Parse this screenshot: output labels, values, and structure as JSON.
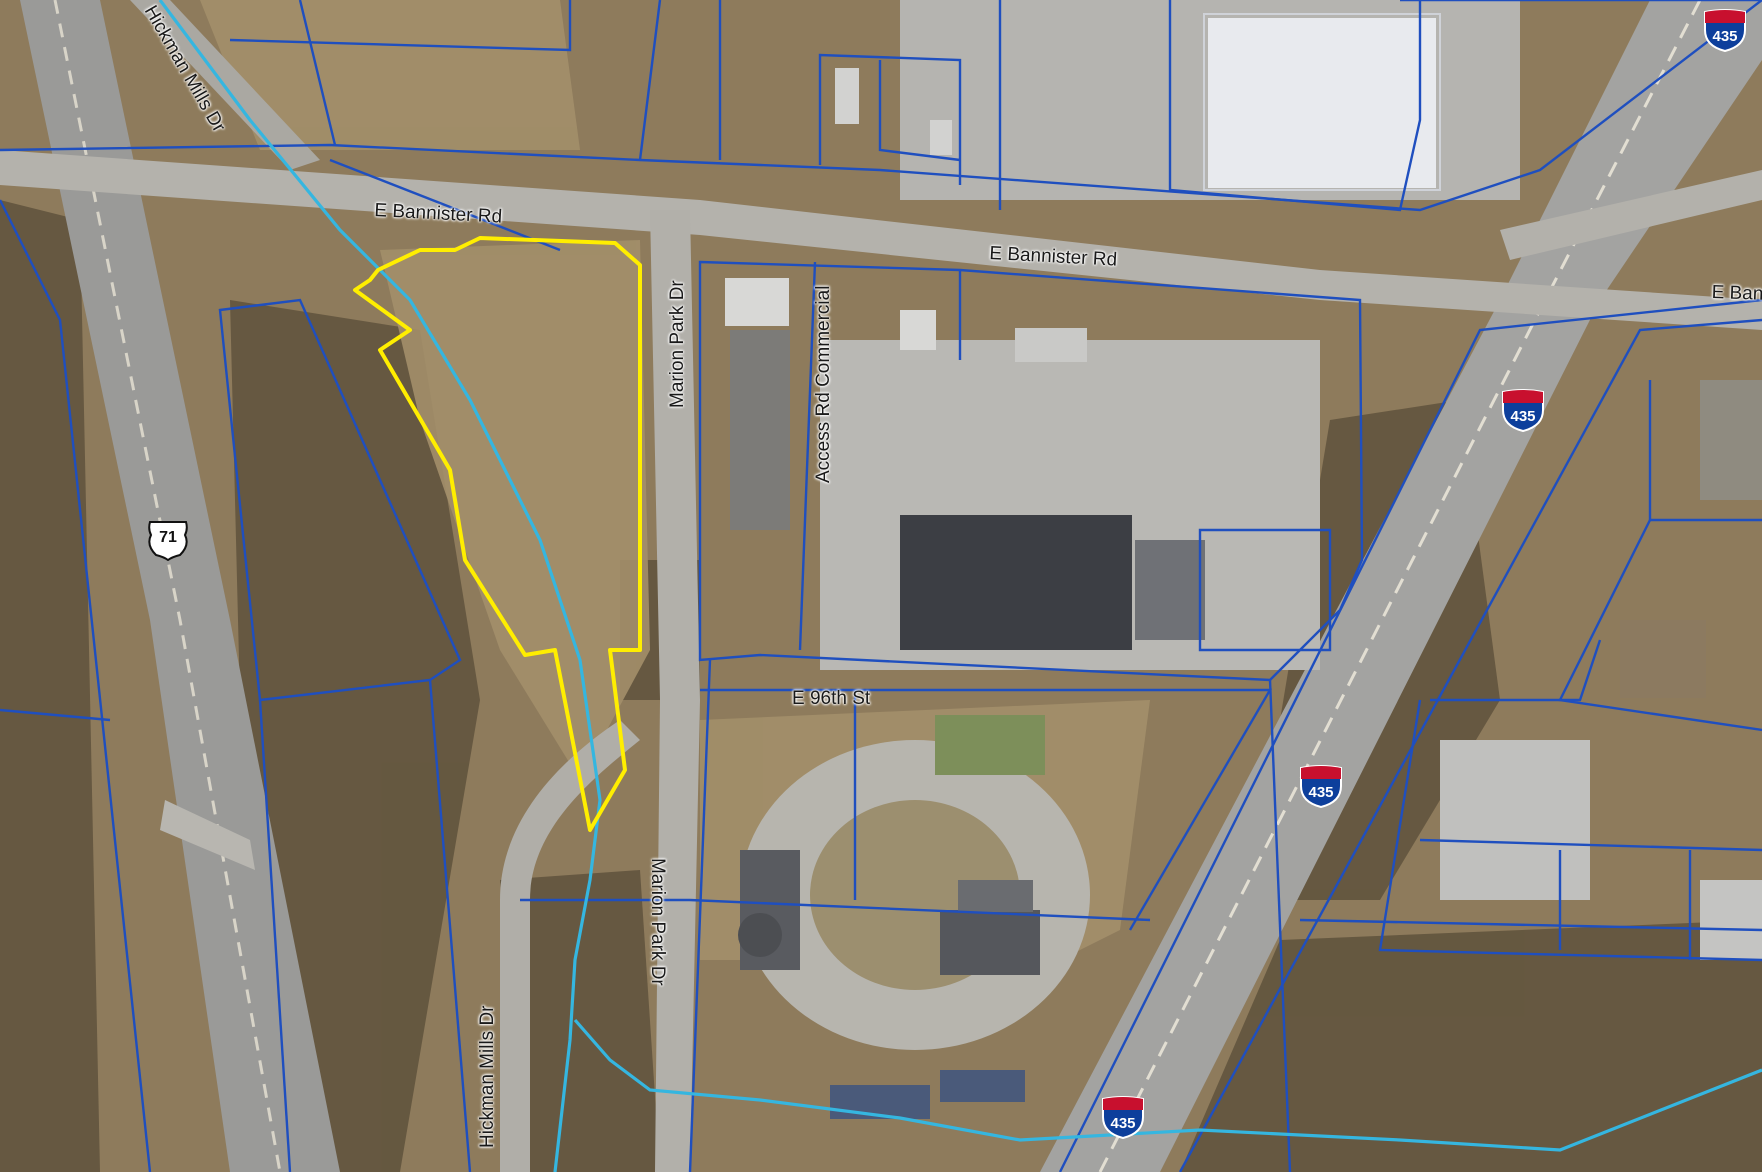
{
  "streets": {
    "bannister_west": "E Bannister Rd",
    "bannister_mid": "E Bannister Rd",
    "bannister_east": "E Ban",
    "hickman_north": "Hickman Mills Dr",
    "hickman_south": "Hickman Mills Dr",
    "marion_north": "Marion Park Dr",
    "marion_south": "Marion Park Dr",
    "access_rd": "Access Rd Commercial",
    "e96th": "E 96th St"
  },
  "shields": {
    "i435_top": "435",
    "i435_mid": "435",
    "i435_lower": "435",
    "i435_bottom": "435",
    "us71": "71"
  },
  "colors": {
    "parcel_lines": "#1f4fbf",
    "stream": "#35b6e0",
    "subject_parcel": "#ffee00",
    "interstate_shield_red": "#c8102e",
    "interstate_shield_blue": "#0d3f9c"
  },
  "icons": {
    "interstate": "interstate-shield-icon",
    "us_route": "us-route-shield-icon"
  }
}
